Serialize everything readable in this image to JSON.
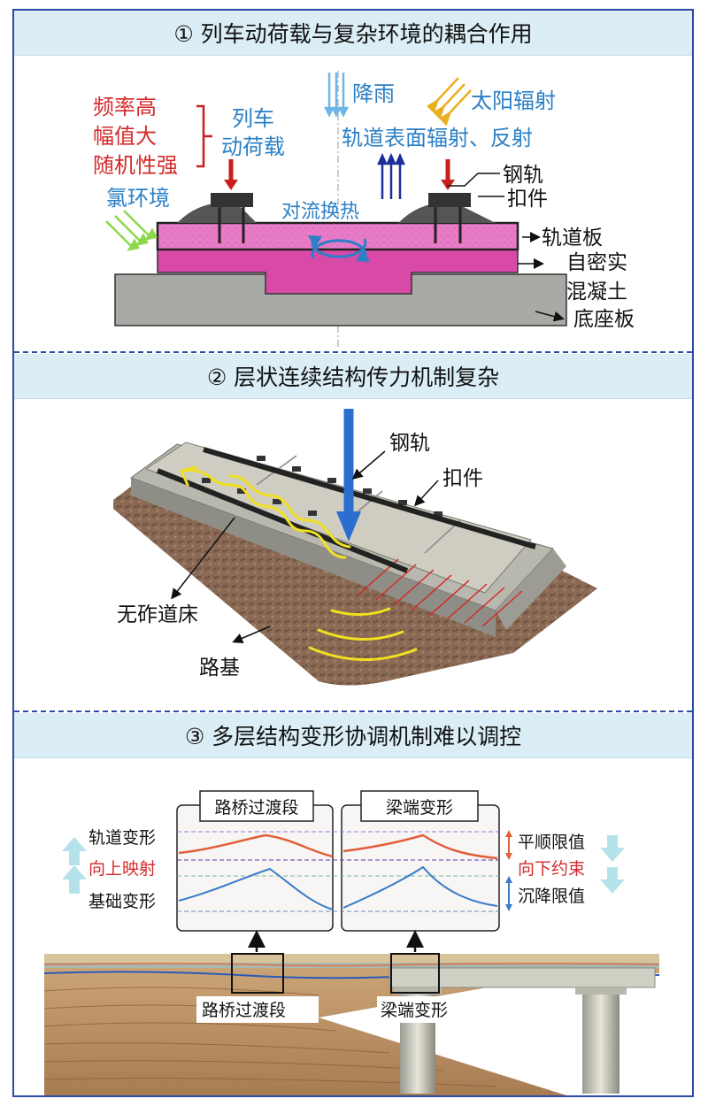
{
  "section1": {
    "title": "① 列车动荷载与复杂环境的耦合作用",
    "red_labels": [
      "频率高",
      "幅值大",
      "随机性强"
    ],
    "train_load": [
      "列车",
      "动荷载"
    ],
    "chloride": "氯环境",
    "rain": "降雨",
    "sun": "太阳辐射",
    "surface_radiation": "轨道表面辐射、反射",
    "convection": "对流换热",
    "rail": "钢轨",
    "fastener": "扣件",
    "track_slab": "轨道板",
    "self_compacting": "自密实",
    "concrete": "混凝土",
    "base_plate": "底座板"
  },
  "section2": {
    "title": "② 层状连续结构传力机制复杂",
    "rail": "钢轨",
    "fastener": "扣件",
    "ballastless": "无砟道床",
    "subgrade": "路基"
  },
  "section3": {
    "title": "③ 多层结构变形协调机制难以调控",
    "panel_left": "路桥过渡段",
    "panel_right": "梁端变形",
    "track_deform": "轨道变形",
    "map_up": "向上映射",
    "base_deform": "基础变形",
    "smooth_limit": "平顺限值",
    "down_constraint": "向下约束",
    "settle_limit": "沉降限值",
    "bottom_left": "路桥过渡段",
    "bottom_right": "梁端变形"
  },
  "colors": {
    "border": "#2b4aa8",
    "header_bg": "#dbeef5",
    "red": "#d42a2a",
    "blue_text": "#2a7fc6",
    "slab_pink": "#e872c4",
    "track_line": "#e0603a",
    "base_line": "#3a7cc8"
  }
}
